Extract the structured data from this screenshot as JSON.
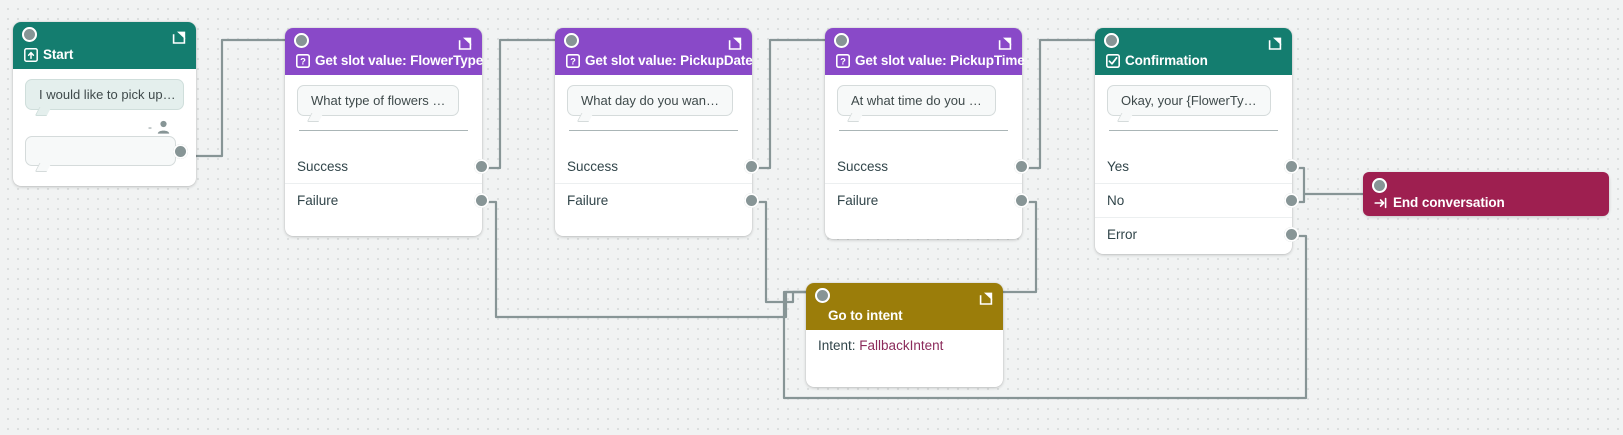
{
  "canvas": {
    "background_color": "#f1f3f3",
    "dot_color": "#dcdfdf",
    "connector_color": "#879596",
    "port_color": "#879596"
  },
  "nodes": [
    {
      "id": "start",
      "name": "start-node",
      "title": "Start",
      "header_color": "#147d6f",
      "header_icon": "start-flow-icon",
      "edit_icon": "edit-icon",
      "bot_message": "I would like to pick up…",
      "user_placeholder": "",
      "user_label": "-",
      "outputs": []
    },
    {
      "id": "flowertype",
      "name": "get-slot-flowertype-node",
      "title": "Get slot value: FlowerType",
      "header_color": "#8949c8",
      "header_icon": "question-box-icon",
      "edit_icon": "edit-icon",
      "bot_message": "What type of flowers …",
      "outputs": [
        "Success",
        "Failure"
      ]
    },
    {
      "id": "pickupdate",
      "name": "get-slot-pickupdate-node",
      "title": "Get slot value: PickupDate",
      "header_color": "#8949c8",
      "header_icon": "question-box-icon",
      "edit_icon": "edit-icon",
      "bot_message": "What day do you wan…",
      "outputs": [
        "Success",
        "Failure"
      ]
    },
    {
      "id": "pickuptime",
      "name": "get-slot-pickuptime-node",
      "title": "Get slot value: PickupTime",
      "header_color": "#8949c8",
      "header_icon": "question-box-icon",
      "edit_icon": "edit-icon",
      "bot_message": "At what time do you …",
      "outputs": [
        "Success",
        "Failure"
      ]
    },
    {
      "id": "confirmation",
      "name": "confirmation-node",
      "title": "Confirmation",
      "header_color": "#147d6f",
      "header_icon": "checkbox-icon",
      "edit_icon": "edit-icon",
      "bot_message": "Okay, your {FlowerTy…",
      "outputs": [
        "Yes",
        "No",
        "Error"
      ]
    },
    {
      "id": "gotointent",
      "name": "go-to-intent-node",
      "title": "Go to intent",
      "header_color": "#9b7d0a",
      "header_icon": "none",
      "edit_icon": "edit-icon",
      "intent_label": "Intent:",
      "intent_value": "FallbackIntent",
      "outputs": []
    },
    {
      "id": "endconversation",
      "name": "end-conversation-node",
      "title": "End conversation",
      "header_color": "#9e1f50",
      "header_icon": "end-arrow-icon",
      "outputs": []
    }
  ]
}
